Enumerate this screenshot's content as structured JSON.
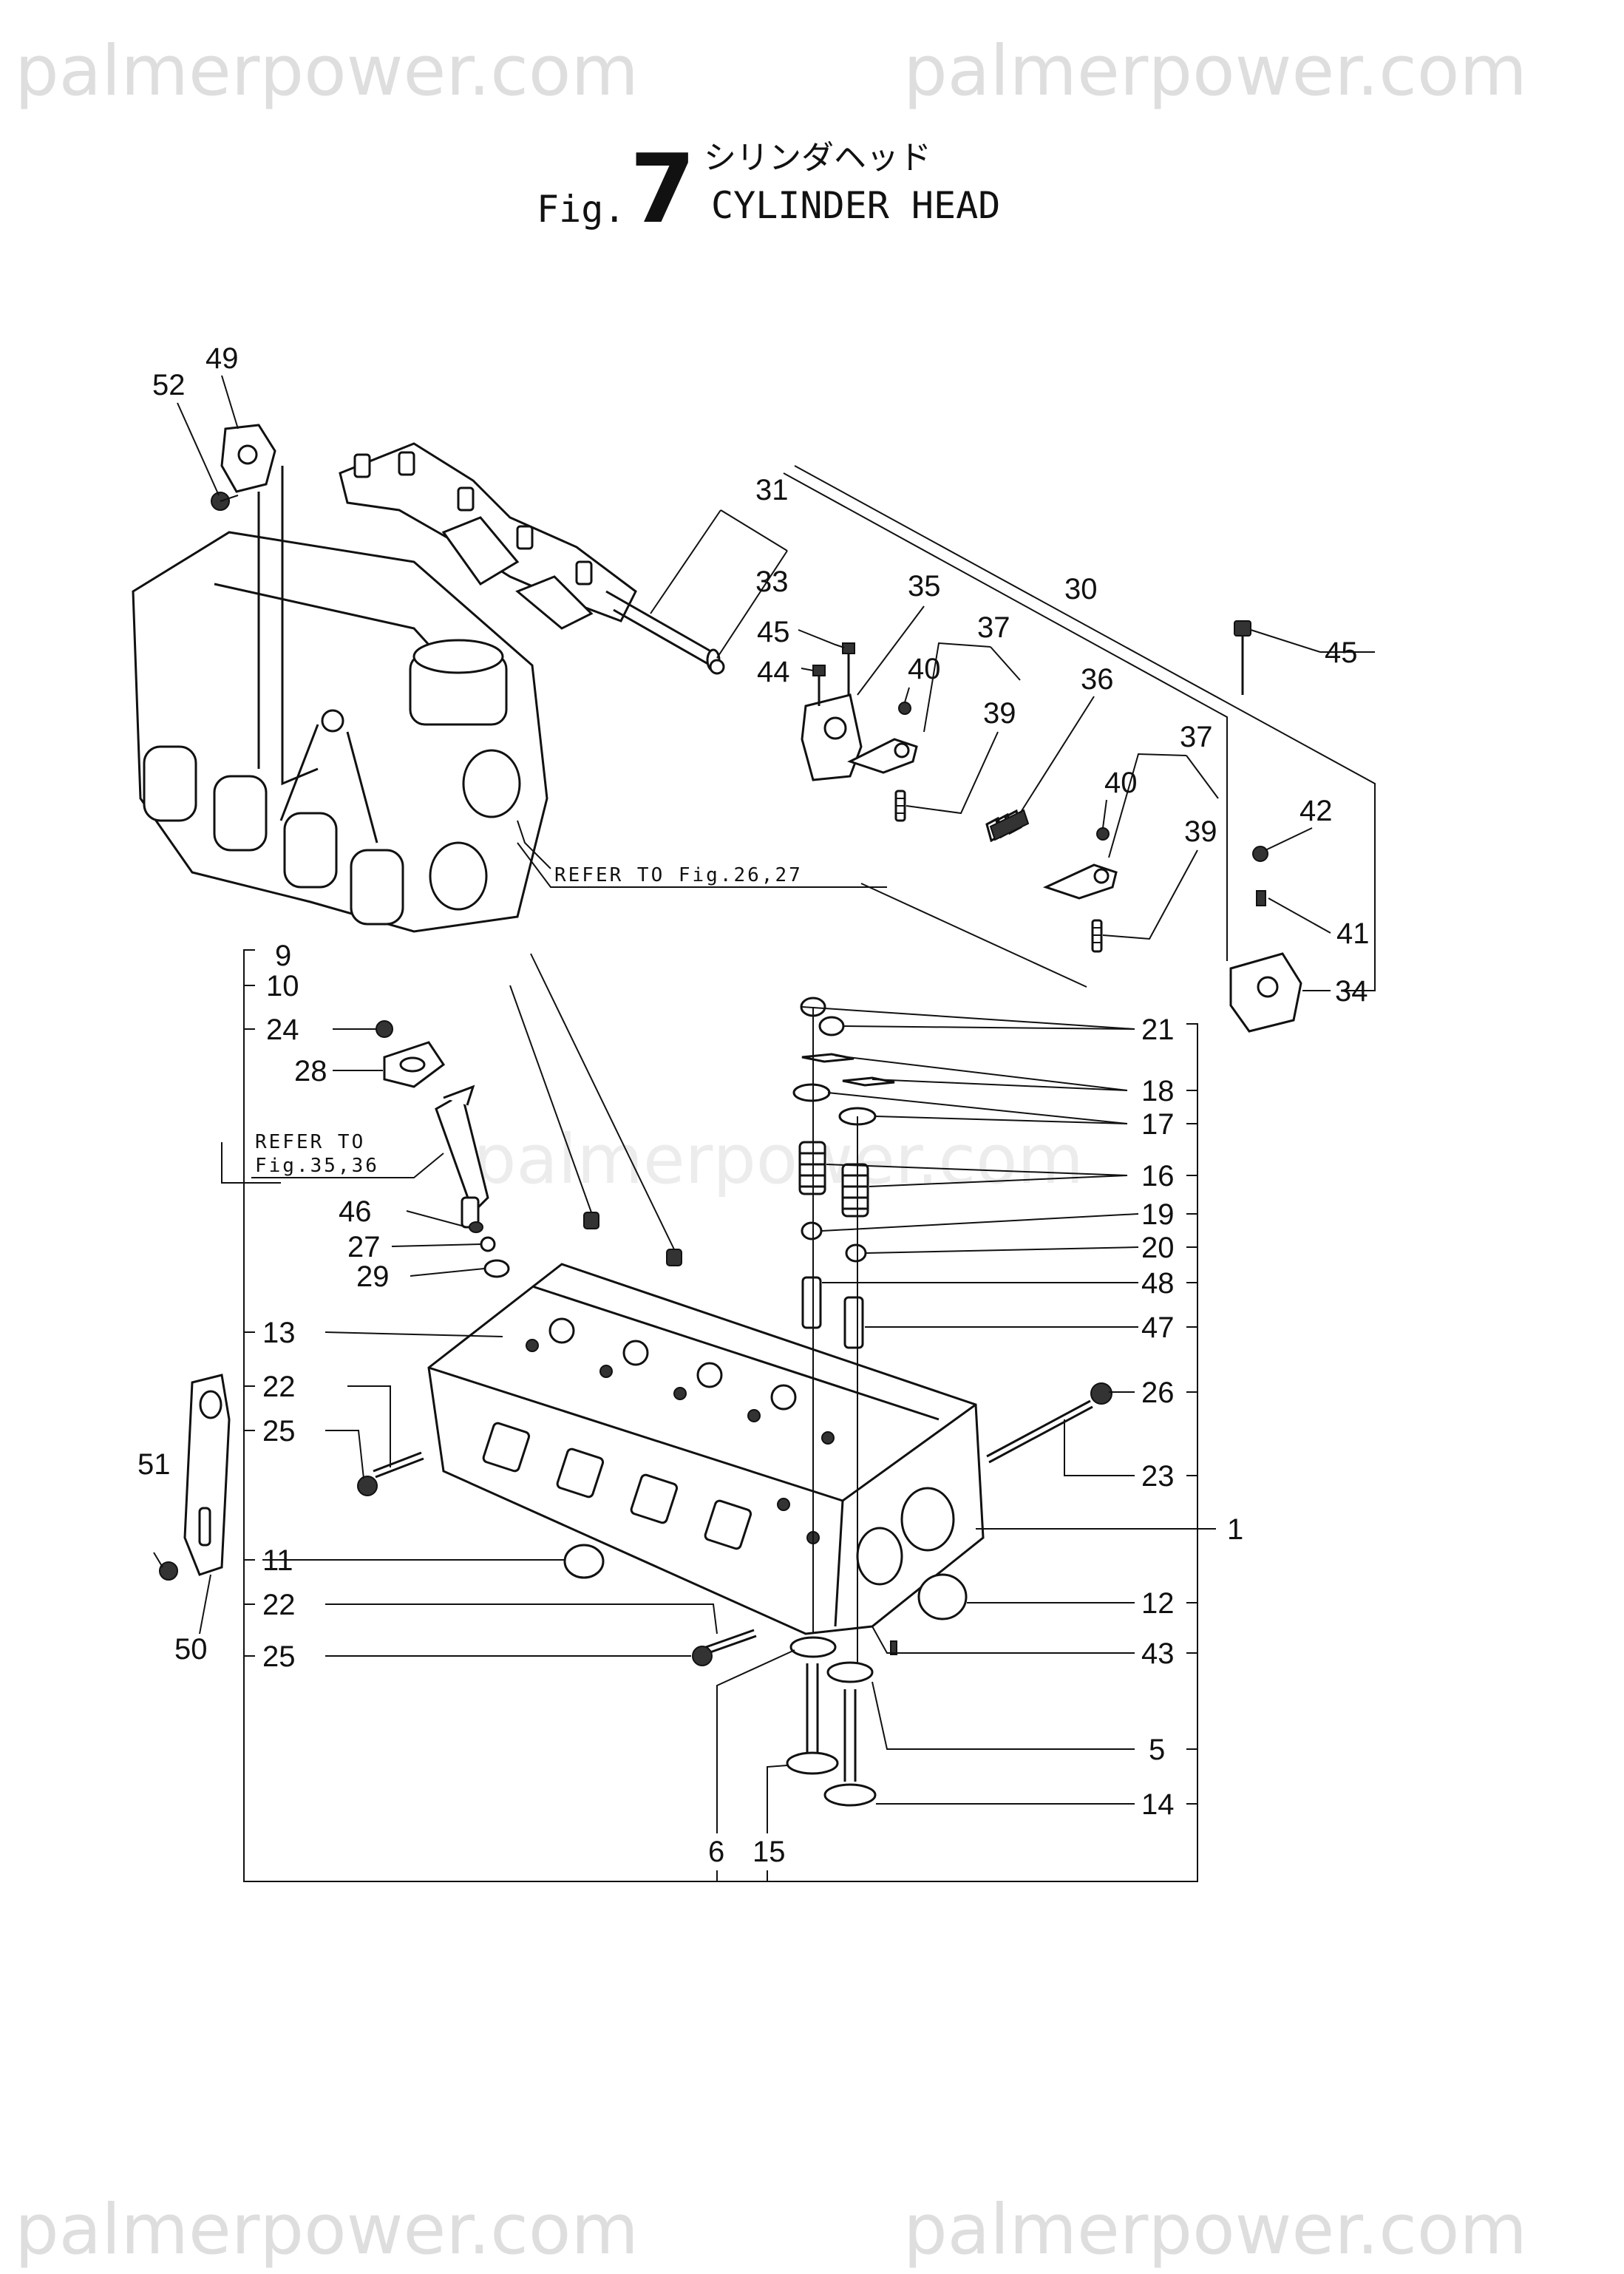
{
  "watermark": {
    "text": "palmerpower.com",
    "middle_text": "palmerpower.com"
  },
  "title": {
    "prefix": "Fig.",
    "number": "7",
    "japanese": "シリンダヘッド",
    "english": "CYLINDER HEAD"
  },
  "references": {
    "fig_26_27": "REFER TO Fig.26,27",
    "refer_to": "REFER TO",
    "fig_35_36": "Fig.35,36"
  },
  "callouts": {
    "c1": "1",
    "c5": "5",
    "c6": "6",
    "c9": "9",
    "c10": "10",
    "c11": "11",
    "c12": "12",
    "c13": "13",
    "c14": "14",
    "c15": "15",
    "c16": "16",
    "c17": "17",
    "c18": "18",
    "c19": "19",
    "c20": "20",
    "c21": "21",
    "c22a": "22",
    "c22b": "22",
    "c23": "23",
    "c24": "24",
    "c25a": "25",
    "c25b": "25",
    "c26": "26",
    "c27": "27",
    "c28": "28",
    "c29": "29",
    "c30": "30",
    "c31": "31",
    "c33": "33",
    "c34": "34",
    "c35": "35",
    "c36": "36",
    "c37a": "37",
    "c37b": "37",
    "c39a": "39",
    "c39b": "39",
    "c40a": "40",
    "c40b": "40",
    "c41": "41",
    "c42": "42",
    "c43": "43",
    "c44": "44",
    "c45a": "45",
    "c45b": "45",
    "c46": "46",
    "c47": "47",
    "c48": "48",
    "c49": "49",
    "c50": "50",
    "c51": "51",
    "c52": "52"
  }
}
